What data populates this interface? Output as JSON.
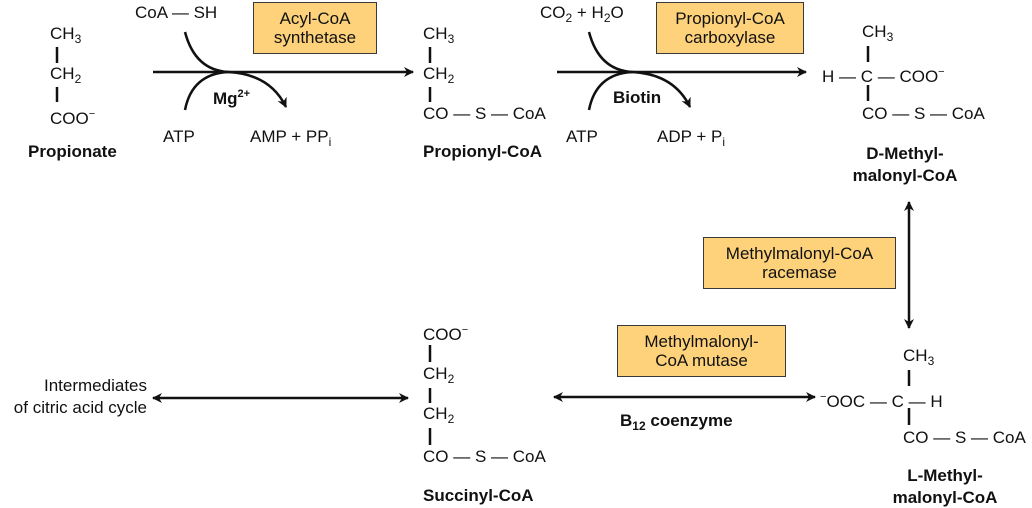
{
  "colors": {
    "enzyme_box": "#FDD27A",
    "line": "#111111"
  },
  "propionate": {
    "ch": "CH",
    "ch3": "3",
    "ch2": "2",
    "coo": "COO",
    "charge": "−",
    "label": "Propionate"
  },
  "step1": {
    "cosh": "CoA — SH",
    "enzyme": [
      "Acyl-CoA",
      "synthetase"
    ],
    "cofactor": "Mg",
    "cofactor_sup": "2+",
    "atp": "ATP",
    "products": "AMP + PP",
    "products_sub": "i"
  },
  "propionyl": {
    "ch": "CH",
    "ch3": "3",
    "ch2": "2",
    "cos": "CO — S — CoA",
    "label": "Propionyl-CoA"
  },
  "step2": {
    "co2": "CO",
    "co2_sub": "2",
    "plus": " + H",
    "h2o_sub": "2",
    "o": "O",
    "enzyme": [
      "Propionyl-CoA",
      "carboxylase"
    ],
    "cofactor": "Biotin",
    "atp": "ATP",
    "products": "ADP + P",
    "products_sub": "i"
  },
  "d_methyl": {
    "ch": "CH",
    "ch3": "3",
    "row": "H — C — COO",
    "charge": "−",
    "cos": "CO — S — CoA",
    "label": [
      "D-Methyl-",
      "malonyl-CoA"
    ]
  },
  "racemase": {
    "enzyme": [
      "Methylmalonyl-CoA",
      "racemase"
    ]
  },
  "l_methyl": {
    "ch": "CH",
    "ch3": "3",
    "charge": "−",
    "row": "OOC — C — H",
    "cos": "CO — S — CoA",
    "label": [
      "L-Methyl-",
      "malonyl-CoA"
    ]
  },
  "mutase": {
    "enzyme": [
      "Methylmalonyl-",
      "CoA mutase"
    ],
    "cofactor_b": "B",
    "cofactor_sub": "12",
    "cofactor_rest": " coenzyme"
  },
  "succinyl": {
    "coo": "COO",
    "charge": "−",
    "ch": "CH",
    "ch2": "2",
    "cos": "CO — S — CoA",
    "label": "Succinyl-CoA"
  },
  "citric": {
    "lines": [
      "Intermediates",
      "of citric acid cycle"
    ]
  }
}
